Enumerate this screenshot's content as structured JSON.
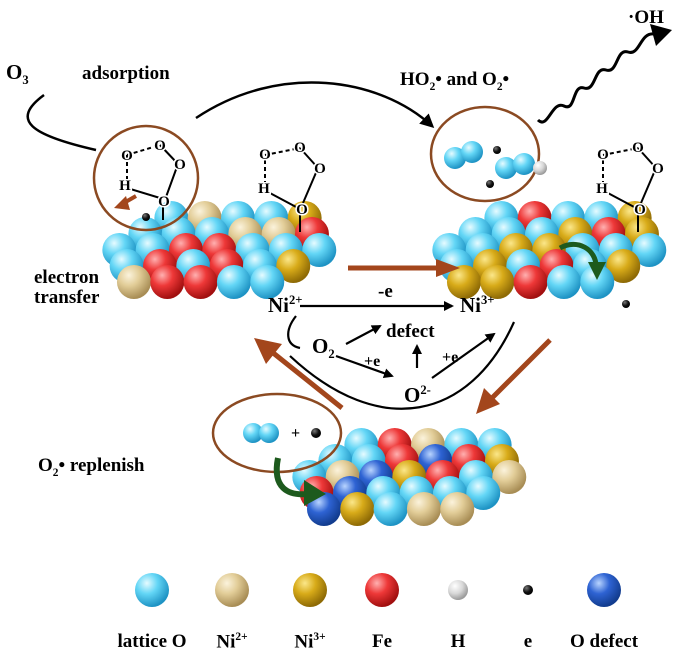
{
  "colors": {
    "lattice_o": "#5cd3f5",
    "ni2": "#e3cf9d",
    "ni3": "#d9ad1c",
    "fe": "#ee3b3b",
    "h": "#d7d7d7",
    "e": "#111111",
    "o_defect": "#2e67d6",
    "brown_arrow": "#a3461c",
    "green_arrow": "#1d5a1d",
    "circle": "#8b4a22"
  },
  "labels": {
    "o3": "O",
    "o3_sub": "3",
    "adsorption": "adsorption",
    "oh": "·OH",
    "ho2_a": "HO",
    "ho2_sub": "2",
    "ho2_b": "• and O",
    "ho2_sub2": "2",
    "ho2_c": "•",
    "electron_1": "electron",
    "electron_2": "transfer",
    "replenish_a": "O",
    "replenish_sub": "2",
    "replenish_b": "• replenish",
    "ni2_a": "Ni",
    "ni2_sup": "2+",
    "ni3_a": "Ni",
    "ni3_sup": "3+",
    "minus_e": "-e",
    "defect": "defect",
    "o2_a": "O",
    "o2_sub": "2",
    "plus_e_1": "+e",
    "plus_e_2": "+e",
    "o2m_a": "O",
    "o2m_sup": "2-",
    "plus": "+",
    "mol_o": "O",
    "mol_h": "H"
  },
  "legend": [
    {
      "key": "lattice_o",
      "label": "lattice O",
      "sup": ""
    },
    {
      "key": "ni2",
      "label": "Ni",
      "sup": "2+"
    },
    {
      "key": "ni3",
      "label": "Ni",
      "sup": "3+"
    },
    {
      "key": "fe",
      "label": "Fe",
      "sup": ""
    },
    {
      "key": "h",
      "label": "H",
      "sup": ""
    },
    {
      "key": "e",
      "label": "e",
      "sup": ""
    },
    {
      "key": "o_defect",
      "label": "O defect",
      "sup": ""
    }
  ]
}
